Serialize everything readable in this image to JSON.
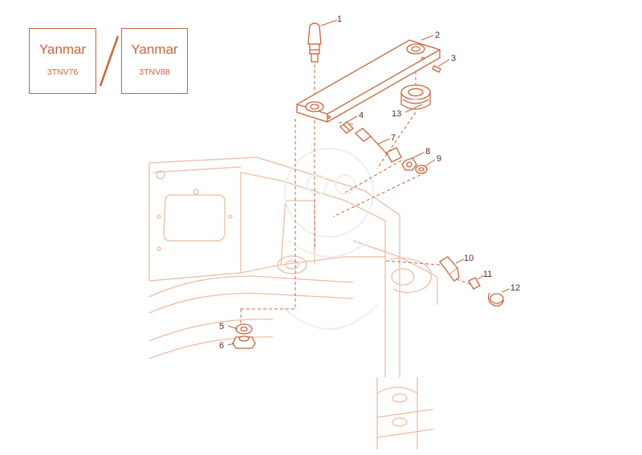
{
  "engine_labels": [
    {
      "brand": "Yanmar",
      "model": "3TNV76"
    },
    {
      "brand": "Yanmar",
      "model": "3TNV88"
    }
  ],
  "part_callouts": [
    "1",
    "2",
    "3",
    "4",
    "5",
    "6",
    "7",
    "8",
    "9",
    "10",
    "11",
    "12",
    "13"
  ],
  "colors": {
    "line": "#c8643c",
    "frame": "#ebbda6",
    "text": "#5a2d1e"
  }
}
